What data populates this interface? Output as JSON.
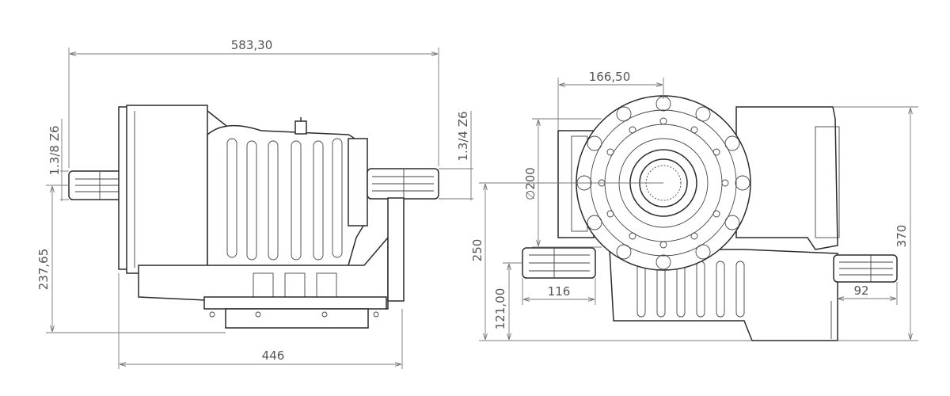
{
  "drawing": {
    "colors": {
      "line": "#2b2b2b",
      "dimension": "#777777",
      "text": "#555555",
      "background": "#ffffff"
    },
    "left_view": {
      "overall_width": "583,30",
      "base_width": "446",
      "input_shaft_height": "237,65",
      "left_shaft_spec": "1.3/8 Z6",
      "right_shaft_spec": "1.3/4 Z6"
    },
    "right_view": {
      "flange_offset": "166,50",
      "flange_diameter": "∅200",
      "shaft_height": "250",
      "base_to_shaft": "121,00",
      "left_shaft_length": "116",
      "right_shaft_length": "92",
      "overall_height": "370"
    }
  }
}
